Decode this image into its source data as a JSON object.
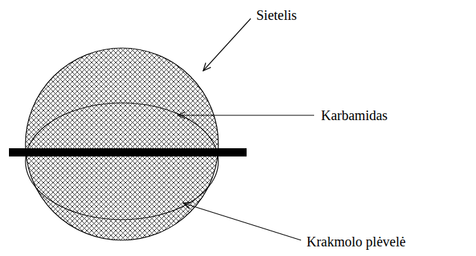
{
  "diagram": {
    "labels": [
      "Sietelis",
      "Karbamidas",
      "Krakmolo plėvelė"
    ]
  }
}
